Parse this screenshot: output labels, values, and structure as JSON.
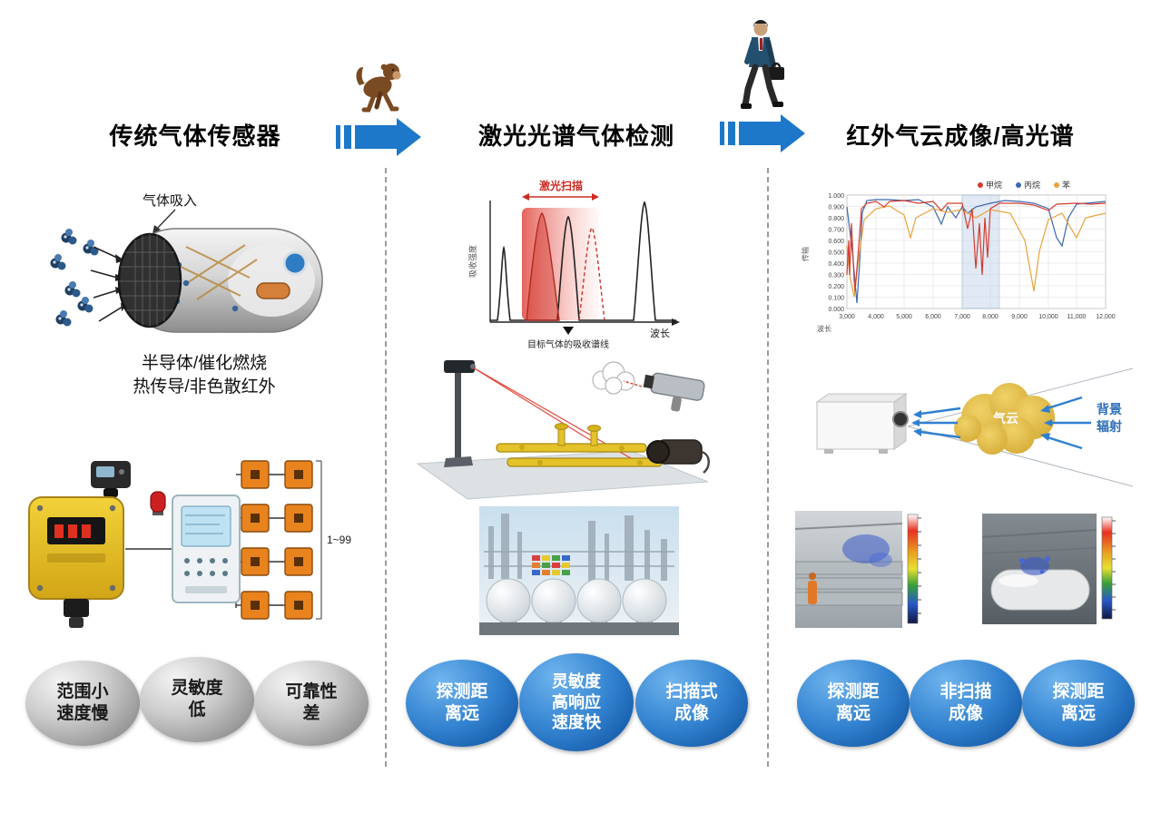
{
  "header": {
    "stage1": "传统气体传感器",
    "stage2": "激光光谱气体检测",
    "stage3": "红外气云成像/高光谱"
  },
  "traditional": {
    "gas_intake": "气体吸入",
    "tech_line1": "半导体/催化燃烧",
    "tech_line2": "热传导/非色散红外",
    "range_label": "1~99",
    "badge1": "范围小\n速度慢",
    "badge2": "灵敏度\n低",
    "badge3": "可靠性\n差"
  },
  "laser": {
    "scan_label": "激光扫描",
    "y_axis": "吸收强度",
    "x_axis": "波长",
    "target_note": "目标气体的吸收谱线",
    "badge1": "探测距\n离远",
    "badge2": "灵敏度\n高响应\n速度快",
    "badge3": "扫描式\n成像"
  },
  "infrared": {
    "legend": [
      "甲烷",
      "丙烷",
      "苯"
    ],
    "y_axis": "传输",
    "x_axis": "波长",
    "yticks": [
      "1.000",
      "0.900",
      "0.800",
      "0.700",
      "0.600",
      "0.500",
      "0.400",
      "0.300",
      "0.200",
      "0.100",
      "0.000"
    ],
    "xticks": [
      "3,000",
      "4,000",
      "5,000",
      "6,000",
      "7,000",
      "8,000",
      "9,000",
      "10,000",
      "11,000",
      "12,000"
    ],
    "cloud_label": "气云",
    "radiation_label": "背景\n辐射",
    "badge1": "探测距\n离远",
    "badge2": "非扫描\n成像",
    "badge3": "探测距\n离远"
  },
  "colors": {
    "flow_arrow_blue": "#1d78ca",
    "badge_blue_dark": "#0d4f9c",
    "badge_gray": "#8e8e8e",
    "methane_red": "#d43c2e",
    "propane_blue": "#3c68b0",
    "benzene_orange": "#e8a33c",
    "laser_red": "#cc2a22"
  }
}
